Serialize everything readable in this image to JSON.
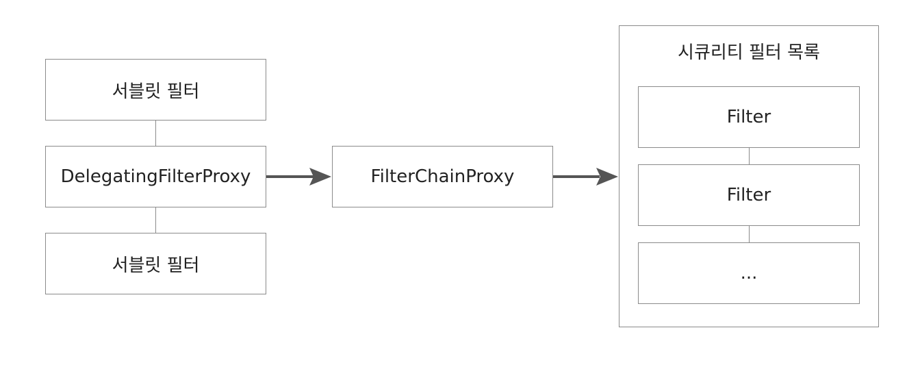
{
  "left_stack": {
    "top_servlet_filter": "서블릿 필터",
    "delegating_proxy": "DelegatingFilterProxy",
    "bottom_servlet_filter": "서블릿 필터"
  },
  "middle": {
    "filter_chain_proxy": "FilterChainProxy"
  },
  "security_filter_list": {
    "title": "시큐리티 필터 목록",
    "items": [
      "Filter",
      "Filter",
      "..."
    ]
  },
  "colors": {
    "box_border": "#8a8a8a",
    "arrow": "#555555",
    "text": "#222222"
  }
}
